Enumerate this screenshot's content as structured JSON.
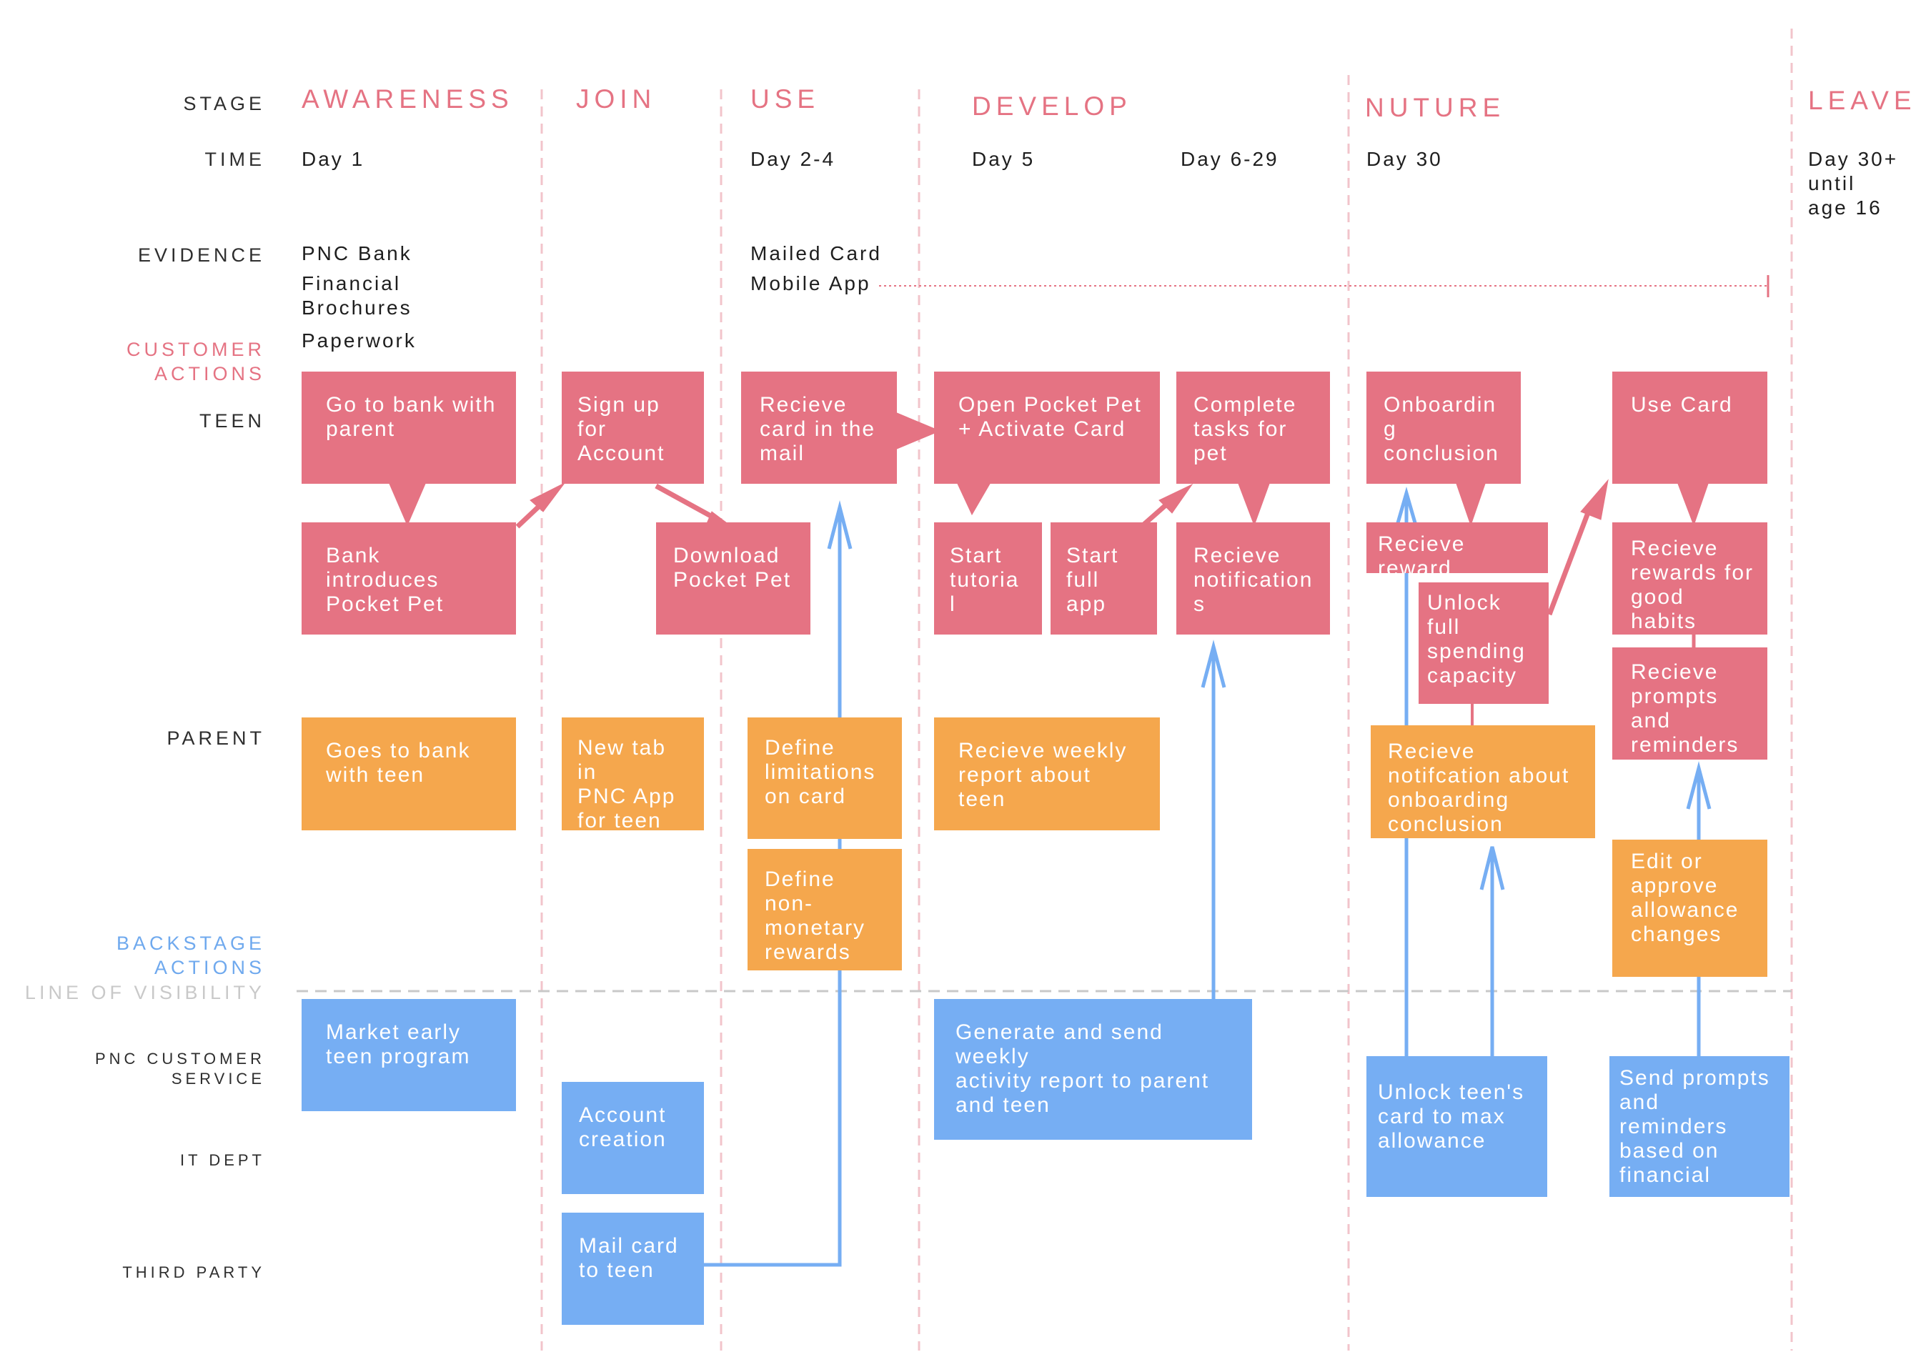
{
  "row_labels": {
    "stage": "STAGE",
    "time": "TIME",
    "evidence": "EVIDENCE",
    "customer_actions": "CUSTOMER\nACTIONS",
    "teen": "TEEN",
    "parent": "PARENT",
    "backstage_actions": "BACKSTAGE\nACTIONS",
    "line_of_visibility": "LINE OF VISIBILITY",
    "pnc_customer_service": "PNC CUSTOMER\nSERVICE",
    "it_dept": "IT DEPT",
    "third_party": "THIRD PARTY"
  },
  "stages": {
    "awareness": "AWARENESS",
    "join": "JOIN",
    "use": "USE",
    "develop": "DEVELOP",
    "nuture": "NUTURE",
    "leave": "LEAVE"
  },
  "times": {
    "day1": "Day 1",
    "day2_4": "Day 2-4",
    "day5": "Day 5",
    "day6_29": "Day 6-29",
    "day30": "Day 30",
    "day30plus": "Day 30+\nuntil\nage 16"
  },
  "evidence": {
    "pnc_bank": "PNC Bank",
    "financial_brochures": "Financial\nBrochures",
    "paperwork": "Paperwork",
    "mailed_card": "Mailed Card",
    "mobile_app": "Mobile App"
  },
  "teen": {
    "go_to_bank": "Go to bank with\nparent",
    "bank_introduces": "Bank\nintroduces\nPocket Pet",
    "sign_up": "Sign up\nfor\nAccount",
    "download": "Download\nPocket Pet",
    "recieve_card": "Recieve\ncard in the\nmail",
    "open_pocket_pet": "Open Pocket Pet\n+ Activate Card",
    "start_tutorial": "Start\ntutoria\nl",
    "start_full_app": "Start\nfull\napp",
    "complete_tasks": "Complete\ntasks for\npet",
    "recieve_notifications": "Recieve\nnotification\ns",
    "onboarding_conclusion": "Onboardin\ng\nconclusion",
    "recieve_reward": "Recieve\nreward",
    "unlock_full_spending": "Unlock\nfull\nspending\ncapacity",
    "use_card": "Use Card",
    "recieve_rewards_habits": "Recieve\nrewards for\ngood\nhabits",
    "recieve_prompts": "Recieve\nprompts\nand\nreminders"
  },
  "parent": {
    "goes_to_bank": "Goes to bank\nwith teen",
    "new_tab": "New tab in\nPNC App\nfor teen",
    "define_limitations": "Define\nlimitations\non card",
    "define_non_monetary": "Define\nnon-\nmonetary\nrewards",
    "recieve_weekly_report": "Recieve weekly\nreport about\nteen",
    "recieve_notification_onboarding": "Recieve\nnotifcation about\nonboarding\nconclusion",
    "edit_approve_allowance": "Edit or\napprove\nallowance\nchanges"
  },
  "backstage": {
    "market_early_teen": "Market early\nteen program",
    "account_creation": "Account\ncreation",
    "mail_card": "Mail card\nto teen",
    "generate_weekly_report": "Generate and send weekly\nactivity report to parent\nand teen",
    "unlock_max_allowance": "Unlock teen's\ncard  to max\nallowance",
    "send_prompts": "Send prompts\nand\nreminders\nbased on\nfinancial"
  },
  "colors": {
    "pink": "#e57383",
    "orange": "#f5a74d",
    "blue": "#76aef3",
    "divider": "#f2c4cb",
    "visibility_line": "#c8c8c8"
  }
}
